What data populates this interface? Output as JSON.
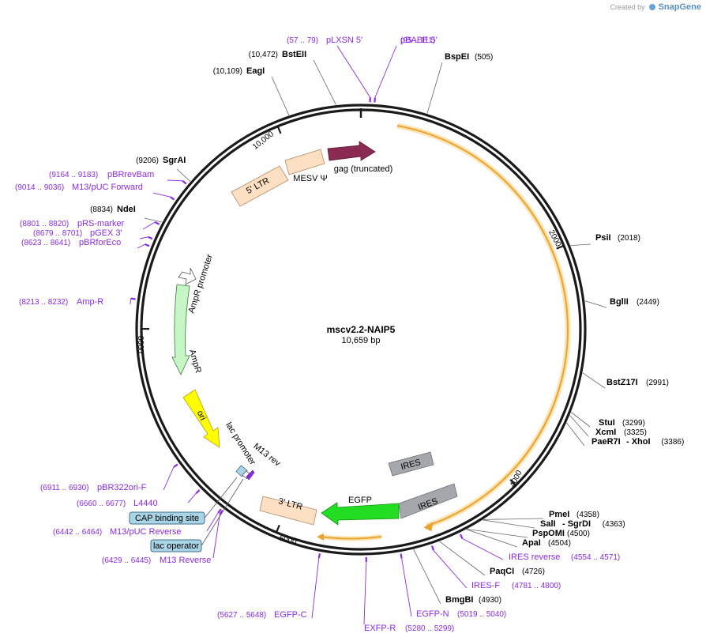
{
  "branding": {
    "created_by": "Created by",
    "brand_name": "SnapGene"
  },
  "plasmid": {
    "name": "mscv2.2-NAIP5",
    "length_label": "10,659 bp",
    "length": 10659
  },
  "ticks": [
    {
      "label": "2000",
      "pos": 2000
    },
    {
      "label": "4000",
      "pos": 4000
    },
    {
      "label": "6000",
      "pos": 6000
    },
    {
      "label": "8000",
      "pos": 8000
    },
    {
      "label": "10,000",
      "pos": 10000
    }
  ],
  "enzymes": [
    {
      "name": "BstEII",
      "pos_label": "(10,472)",
      "pos": 10472
    },
    {
      "name": "EagI",
      "pos_label": "(10,109)",
      "pos": 10109
    },
    {
      "name": "BspEI",
      "pos_label": "(505)",
      "pos": 505
    },
    {
      "name": "SgrAI",
      "pos_label": "(9206)",
      "pos": 9206
    },
    {
      "name": "NdeI",
      "pos_label": "(8834)",
      "pos": 8834
    },
    {
      "name": "PsiI",
      "pos_label": "(2018)",
      "pos": 2018
    },
    {
      "name": "BglII",
      "pos_label": "(2449)",
      "pos": 2449
    },
    {
      "name": "BstZ17I",
      "pos_label": "(2991)",
      "pos": 2991
    },
    {
      "name": "StuI",
      "pos_label": "(3299)",
      "pos": 3299
    },
    {
      "name": "XcmI",
      "pos_label": "(3325)",
      "pos": 3325
    },
    {
      "name": "PaeR7I",
      "name2": "- XhoI",
      "pos_label": "(3386)",
      "pos": 3386
    },
    {
      "name": "PmeI",
      "pos_label": "(4358)",
      "pos": 4358
    },
    {
      "name": "SalI",
      "name2": "- SgrDI",
      "pos_label": "(4363)",
      "pos": 4363
    },
    {
      "name": "PspOMI",
      "pos_label": "(4500)",
      "pos": 4500
    },
    {
      "name": "ApaI",
      "pos_label": "(4504)",
      "pos": 4504
    },
    {
      "name": "PaqCI",
      "pos_label": "(4726)",
      "pos": 4726
    },
    {
      "name": "BmgBI",
      "pos_label": "(4930)",
      "pos": 4930
    }
  ],
  "primers": [
    {
      "name": "pLXSN 5'",
      "pos_label": "(57 .. 79)",
      "pos": 68
    },
    {
      "name": "pBABE 5'",
      "pos_label": "(95 .. 111)",
      "pos": 103
    },
    {
      "name": "pBRrevBam",
      "pos_label": "(9164 .. 9183)",
      "pos": 9173
    },
    {
      "name": "M13/pUC Forward",
      "pos_label": "(9014 .. 9036)",
      "pos": 9025
    },
    {
      "name": "pRS-marker",
      "pos_label": "(8801 .. 8820)",
      "pos": 8810
    },
    {
      "name": "pGEX 3'",
      "pos_label": "(8679 .. 8701)",
      "pos": 8690
    },
    {
      "name": "pBRforEco",
      "pos_label": "(8623 .. 8641)",
      "pos": 8632
    },
    {
      "name": "Amp-R",
      "pos_label": "(8213 .. 8232)",
      "pos": 8222
    },
    {
      "name": "pBR322ori-F",
      "pos_label": "(6911 .. 6930)",
      "pos": 6920
    },
    {
      "name": "L4440",
      "pos_label": "(6660 .. 6677)",
      "pos": 6668
    },
    {
      "name": "M13/pUC Reverse",
      "pos_label": "(6442 .. 6464)",
      "pos": 6453
    },
    {
      "name": "M13 Reverse",
      "pos_label": "(6429 .. 6445)",
      "pos": 6437
    },
    {
      "name": "IRES reverse",
      "pos_label": "(4554 .. 4571)",
      "pos": 4562
    },
    {
      "name": "IRES-F",
      "pos_label": "(4781 .. 4800)",
      "pos": 4790
    },
    {
      "name": "EGFP-N",
      "pos_label": "(5019 .. 5040)",
      "pos": 5030
    },
    {
      "name": "EXFP-R",
      "pos_label": "(5280 .. 5299)",
      "pos": 5290
    },
    {
      "name": "EGFP-C",
      "pos_label": "(5627 .. 5648)",
      "pos": 5638
    }
  ],
  "features": [
    {
      "name": "5' LTR",
      "type": "ltr",
      "color": "#fde0c3"
    },
    {
      "name": "MESV Ψ",
      "type": "misc",
      "color": "#fde0c3"
    },
    {
      "name": "gag (truncated)",
      "type": "gene",
      "color": "#8b2a52"
    },
    {
      "name": "AmpR promoter",
      "type": "promoter",
      "color": "#ffffff"
    },
    {
      "name": "AmpR",
      "type": "gene",
      "color": "#c6f5c6"
    },
    {
      "name": "ori",
      "type": "origin",
      "color": "#ffff00"
    },
    {
      "name": "lac promoter",
      "type": "promoter",
      "color": "#ffffff"
    },
    {
      "name": "M13 rev",
      "type": "primer_bind",
      "color": "#8a2be2"
    },
    {
      "name": "3' LTR",
      "type": "ltr",
      "color": "#fde0c3"
    },
    {
      "name": "EGFP",
      "type": "gene",
      "color": "#22dd22"
    },
    {
      "name": "IRES",
      "type": "misc",
      "color": "#a4a8ac"
    },
    {
      "name": "IRES",
      "type": "misc",
      "color": "#a4a8ac"
    }
  ],
  "badges": [
    {
      "name": "CAP binding site"
    },
    {
      "name": "lac operator"
    }
  ],
  "colors": {
    "orf": "#e8a42e",
    "orf_fill": "#fbe3b4",
    "primer": "#8a2be2",
    "backbone": "#1a1a1a"
  }
}
